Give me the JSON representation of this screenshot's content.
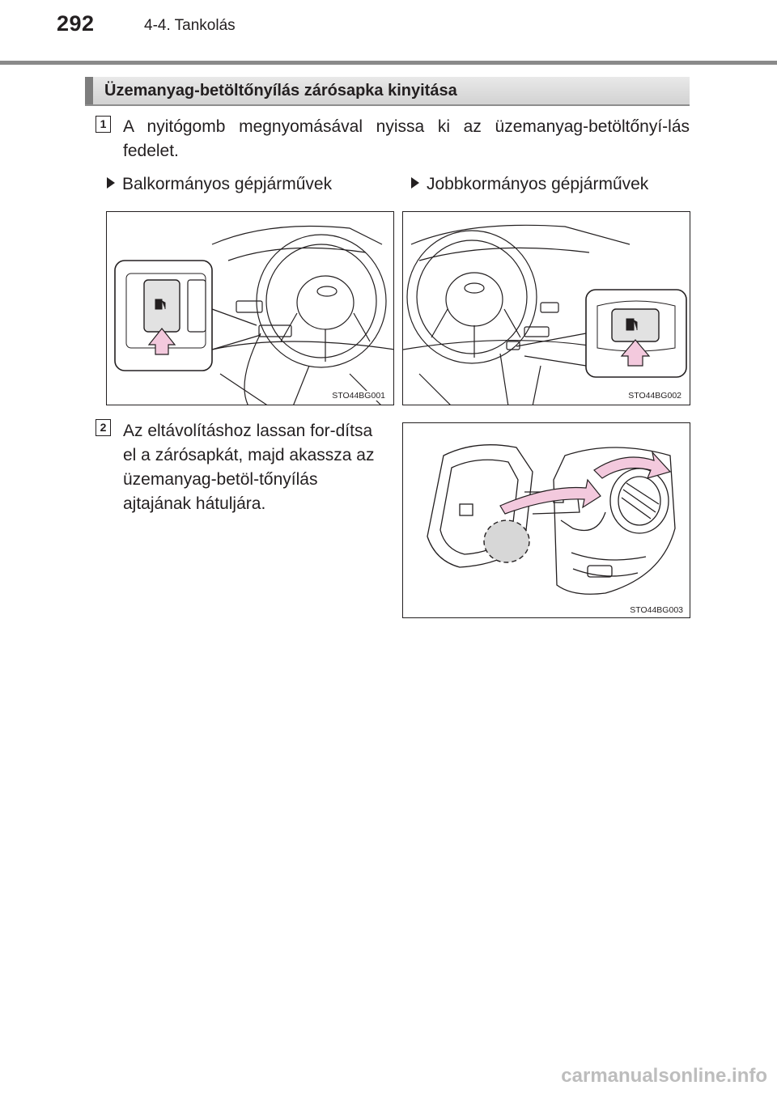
{
  "header": {
    "page_number": "292",
    "section_title": "4-4. Tankolás"
  },
  "section": {
    "title": "Üzemanyag-betöltőnyílás zárósapka kinyitása"
  },
  "steps": [
    {
      "number": "1",
      "text": "A nyitógomb megnyomásával nyissa ki az üzemanyag-betöltőnyí-lás fedelet."
    },
    {
      "number": "2",
      "text": "Az eltávolításhoz lassan for-dítsa el a zárósapkát, majd akassza az üzemanyag-betöl-tőnyílás ajtajának hátuljára."
    }
  ],
  "variants": {
    "left": "Balkormányos gépjárművek",
    "right": "Jobbkormányos gépjárművek"
  },
  "figures": [
    {
      "code": "STO44BG001"
    },
    {
      "code": "STO44BG002"
    },
    {
      "code": "STO44BG003"
    }
  ],
  "footer": {
    "watermark": "carmanualsonline.info"
  },
  "colors": {
    "arrow_fill": "#f3c9dd",
    "title_bar": "#d9d9d9",
    "text": "#231f20"
  }
}
